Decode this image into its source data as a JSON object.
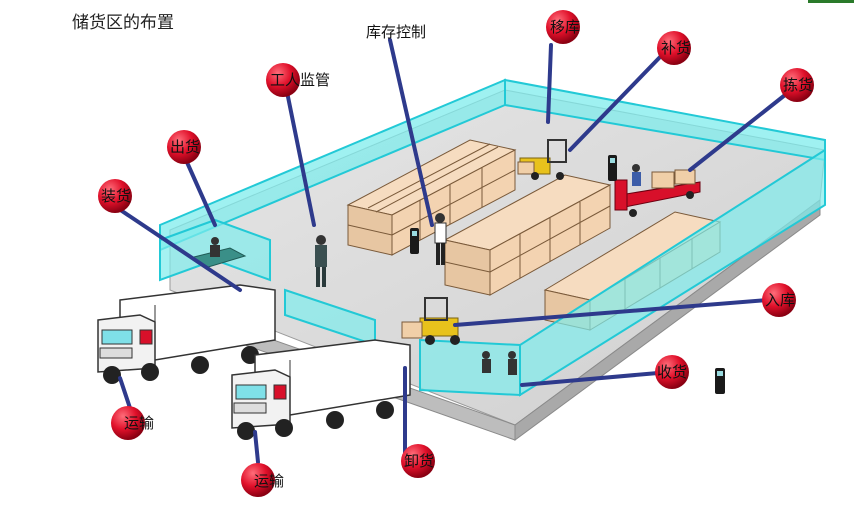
{
  "title": "储货区的布置",
  "labels": {
    "kucun": "库存控制",
    "yiku": "移库",
    "buhuo": "补货",
    "jianhuo": "拣货",
    "gongren": "工人监管",
    "chuhuo": "出货",
    "zhuanghuo": "装货",
    "ruku": "入库",
    "shouhuo": "收货",
    "yunshu1": "运输",
    "yunshu2": "运输",
    "xiehuo": "卸货"
  },
  "colors": {
    "wall": "#5fe6e6",
    "wall_edge": "#22c9d6",
    "floor": "#d9d9d9",
    "box": "#f3d7b8",
    "box_edge": "#7a5a3a",
    "pointer": "#2e3a8c",
    "marker": "#e0102a",
    "forklift": "#e8c21c",
    "cart": "#d8102a"
  }
}
